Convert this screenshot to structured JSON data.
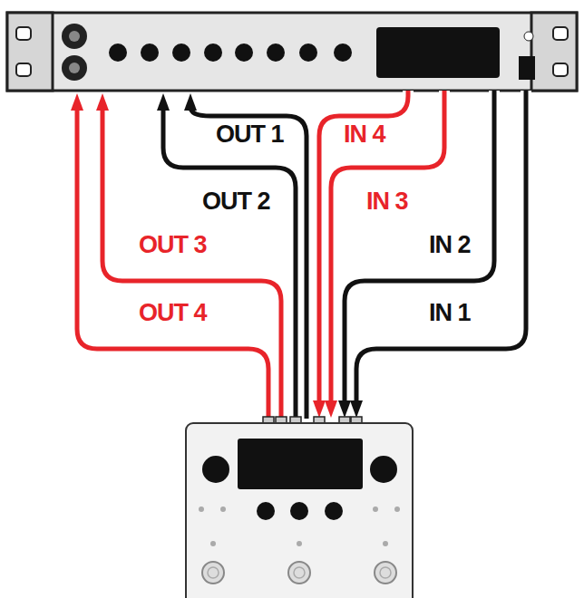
{
  "diagram": {
    "labels": [
      "OUT 1",
      "IN 4",
      "OUT 2",
      "IN 3",
      "OUT 3",
      "IN 2",
      "OUT 4",
      "IN 1"
    ]
  }
}
